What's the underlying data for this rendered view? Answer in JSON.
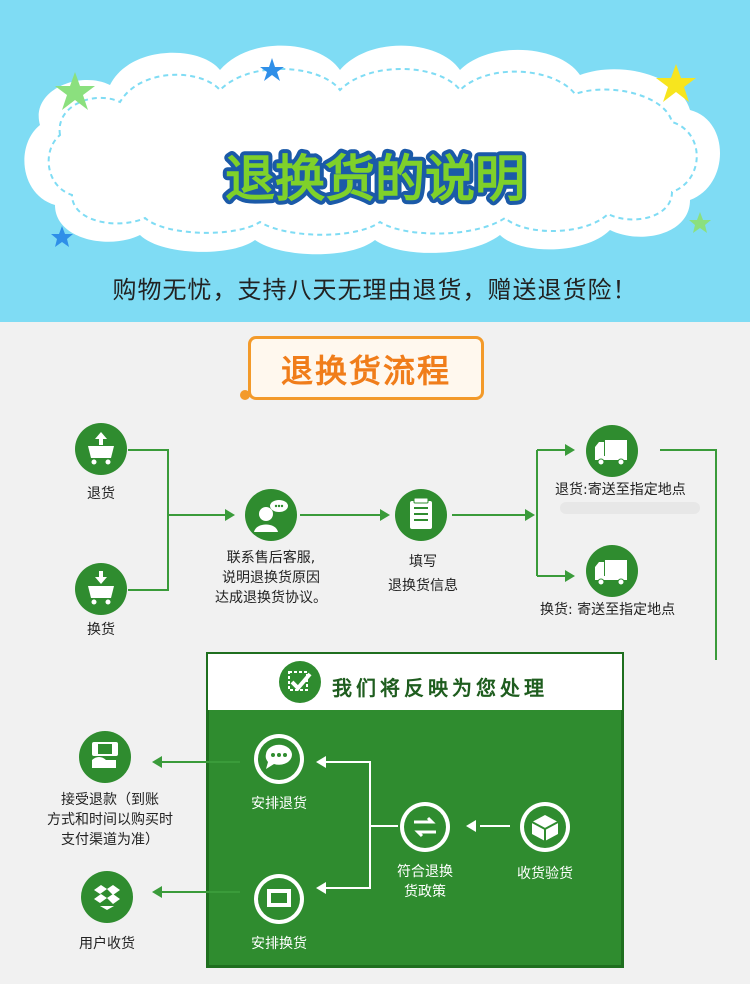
{
  "header": {
    "title": "退换货的说明",
    "subtitle": "购物无忧，支持八天无理由退货，赠送退货险！"
  },
  "flow": {
    "label": "退换货流程",
    "left_top_label": "退货",
    "left_bottom_label": "换货",
    "contact_lines": [
      "联系售后客服,",
      "说明退换货原因",
      "达成退换货协议。"
    ],
    "fill_lines": [
      "填写",
      "退换货信息"
    ],
    "return_ship_label": "退货:寄送至指定地点",
    "exchange_ship_label": "换货: 寄送至指定地点"
  },
  "process": {
    "header": "我们将反映为您处理",
    "arrange_return": "安排退货",
    "arrange_exchange": "安排换货",
    "policy_lines": [
      "符合退换",
      "货政策"
    ],
    "receive_check": "收货验货",
    "refund_lines": [
      "接受退款（到账",
      "方式和时间以购买时",
      "支付渠道为准）"
    ],
    "user_receive": "用户收货"
  },
  "colors": {
    "sky": "#7fdcf4",
    "green": "#2f8c2f",
    "orange": "#f07d1a",
    "star_yellow": "#f7e51e",
    "star_green": "#8be07e",
    "star_blue": "#2f8fe8"
  }
}
